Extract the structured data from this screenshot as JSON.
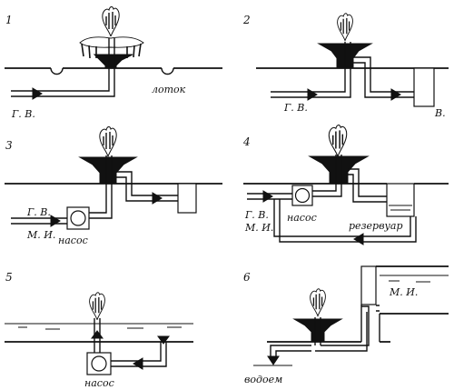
{
  "panels": [
    {
      "number": "1",
      "labels": {
        "gv": "Г. В.",
        "trough": "лоток"
      }
    },
    {
      "number": "2",
      "labels": {
        "gv": "Г. В.",
        "v": "В."
      }
    },
    {
      "number": "3",
      "labels": {
        "gv": "Г. В.",
        "mi": "М. И.",
        "pump": "насос"
      }
    },
    {
      "number": "4",
      "labels": {
        "gv": "Г. В.",
        "mi": "М. И.",
        "pump": "насос",
        "reservoir": "резервуар"
      }
    },
    {
      "number": "5",
      "labels": {
        "pump": "насос"
      }
    },
    {
      "number": "6",
      "labels": {
        "mi": "М. И.",
        "pond": "водоем"
      }
    }
  ]
}
